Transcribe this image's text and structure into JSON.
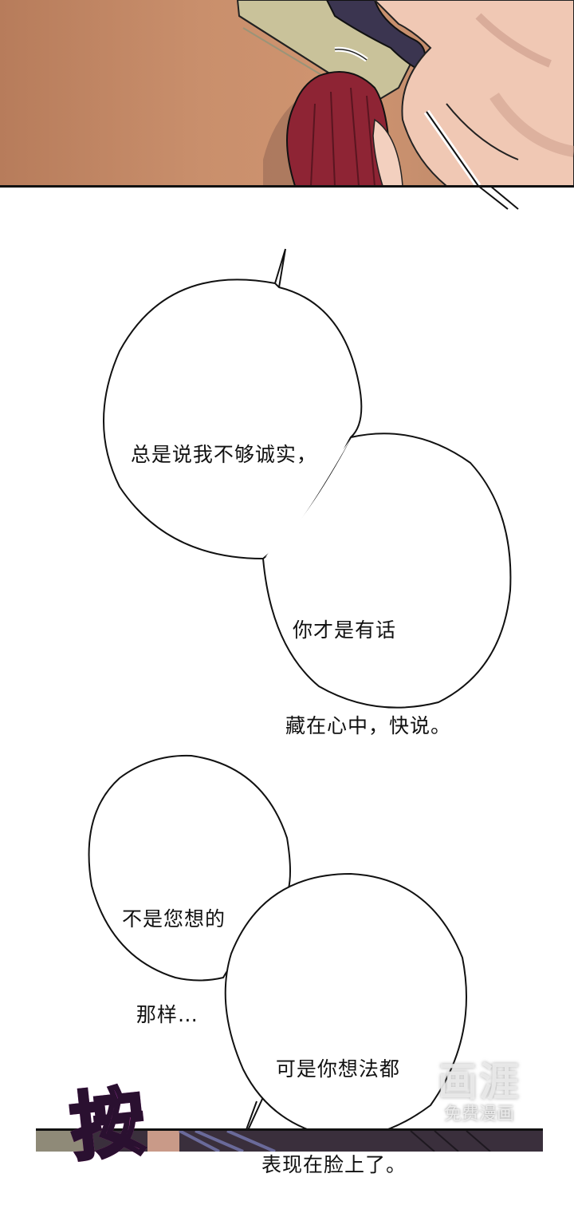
{
  "comic": {
    "panels": [
      {
        "id": "panel-1",
        "description": "red-haired woman leaning against shirtless dark-haired man near a wooden bench"
      },
      {
        "id": "panel-2",
        "description": "dark-haired character partially visible at bottom"
      }
    ],
    "bubbles": [
      {
        "id": "bubble-1",
        "lines": [
          "总是说我不够诚实，"
        ]
      },
      {
        "id": "bubble-2",
        "lines": [
          " 你才是有话",
          "藏在心中，快说。"
        ]
      },
      {
        "id": "bubble-3",
        "lines": [
          "不是您想的",
          "  那样…"
        ]
      },
      {
        "id": "bubble-4",
        "lines": [
          "  可是你想法都",
          "表现在脸上了。"
        ]
      }
    ],
    "sound_effect": "按",
    "watermark": {
      "logo": "画涯",
      "subtitle": "免费漫画"
    }
  },
  "colors": {
    "wall": "#c98f6c",
    "hair_red": "#8e2434",
    "hair_dark": "#3b3550",
    "skin": "#f0c8b4",
    "sfx_pink": "#e44fc0",
    "sfx_purple": "#7a2aa8"
  }
}
